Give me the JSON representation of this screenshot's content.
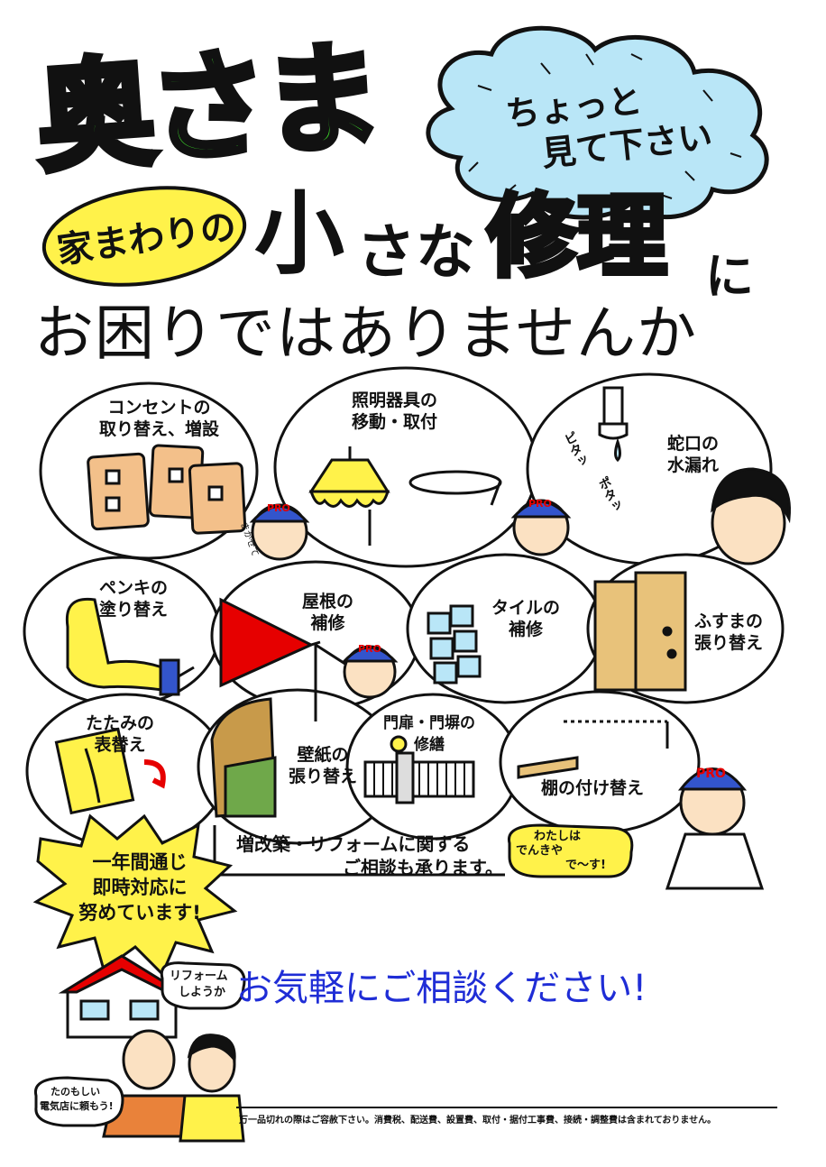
{
  "headline": {
    "okusama": "奥さま",
    "cloud_line1": "ちょっと",
    "cloud_line2": "見て下さい",
    "ie_mawari": "家まわりの",
    "chiisana_1": "小",
    "chiisana_2": "さな",
    "shuri": "修理",
    "ni": "に",
    "okomari": "お困りではありませんか"
  },
  "services": [
    {
      "line1": "コンセントの",
      "line2": "取り替え、増設"
    },
    {
      "line1": "照明器具の",
      "line2": "移動・取付"
    },
    {
      "line1": "蛇口の",
      "line2": "水漏れ"
    },
    {
      "line1": "ペンキの",
      "line2": "塗り替え"
    },
    {
      "line1": "屋根の",
      "line2": "補修"
    },
    {
      "line1": "タイルの",
      "line2": "補修"
    },
    {
      "line1": "ふすまの",
      "line2": "張り替え"
    },
    {
      "line1": "たたみの",
      "line2": "表替え"
    },
    {
      "line1": "壁紙の",
      "line2": "張り替え"
    },
    {
      "line1": "門扉・門塀の",
      "line2": "修繕"
    },
    {
      "line1": "棚の付け替え",
      "line2": ""
    }
  ],
  "sfx": {
    "pita": "ピタッ",
    "pota": "ポタッ",
    "makasete": "まかせて"
  },
  "caps": {
    "brand": "PRO"
  },
  "reform": {
    "line1": "増改築・リフォームに関する",
    "line2": "ご相談も承ります。"
  },
  "denkiya": {
    "line1": "わたしは",
    "line2": "でんきや",
    "line3": "で〜す!"
  },
  "burst": {
    "line1": "年間通じ",
    "line2": "即時対応に",
    "line3": "努めています!",
    "prefix": "一"
  },
  "house_bubble": {
    "line1": "リフォーム",
    "line2": "しようか"
  },
  "couple_bubble": {
    "line1": "たのもしい",
    "line2": "電気店に頼もう!"
  },
  "cta": "お気軽にご相談ください!",
  "footer": "万一品切れの際はご容赦下さい。消費税、配送費、設置費、取付・据付工事費、接続・調整費は含まれておりません。",
  "colors": {
    "green": "#3ddc2a",
    "yellow": "#fff24a",
    "cloud_blue": "#b9e6f7",
    "red": "#e60000",
    "skin": "#fbe1c2",
    "orange": "#f2a35a",
    "blue_text": "#1f2dd6",
    "plate": "#f3c08a",
    "fusuma": "#e8c27a",
    "wall_green": "#6fa84a",
    "shirt_orange": "#e9823a"
  }
}
